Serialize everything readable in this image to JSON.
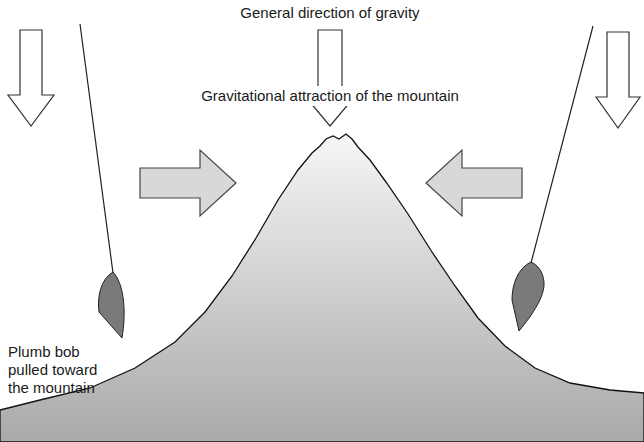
{
  "diagram": {
    "labels": [
      "General direction of gravity",
      "Gravitational attraction of the mountain",
      "Plumb bob pulled toward the mountain"
    ]
  }
}
